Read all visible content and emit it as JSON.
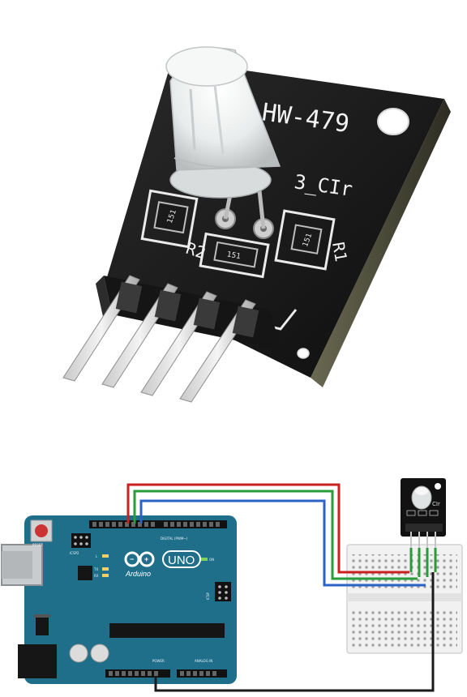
{
  "photo": {
    "board_label": "HW-479",
    "board_sublabel": "3_CIr",
    "resistor_code": "151",
    "resistor_labels": [
      "R2",
      "R1"
    ]
  },
  "wiring": {
    "arduino_brand": "Arduino",
    "arduino_model": "UNO",
    "digital_header_label": "DIGITAL (PWM~)",
    "analog_header_label": "ANALOG IN",
    "power_header_label": "POWER",
    "reset_label": "RESET",
    "icsp_label": "ICSP",
    "icsp2_label": "ICSP2",
    "on_label": "ON",
    "tx_label": "TX",
    "rx_label": "RX",
    "l_label": "L",
    "module_label": "CIr",
    "wire_colors": {
      "red": "#cc2020",
      "green": "#2a9a3a",
      "blue": "#2a62c8",
      "black": "#1a1a1a"
    },
    "board_color": "#1f6f8b"
  }
}
